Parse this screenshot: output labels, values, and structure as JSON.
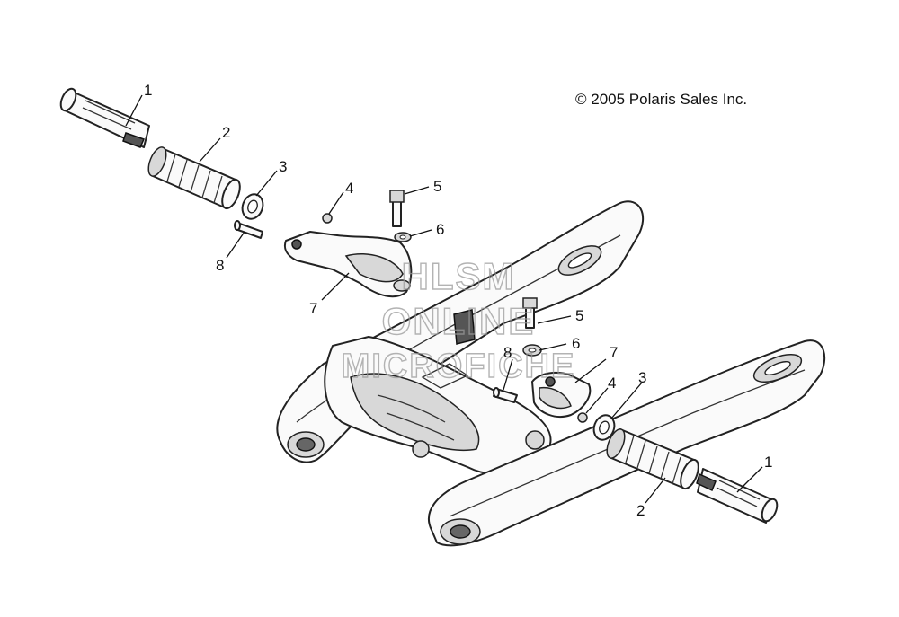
{
  "copyright": "© 2005 Polaris Sales Inc.",
  "watermark": {
    "line1": "HLSM",
    "line2": "ONLINE",
    "line3": "MICROFICHE"
  },
  "callouts": [
    {
      "id": "c1a",
      "label": "1"
    },
    {
      "id": "c2a",
      "label": "2"
    },
    {
      "id": "c3a",
      "label": "3"
    },
    {
      "id": "c4a",
      "label": "4"
    },
    {
      "id": "c5a",
      "label": "5"
    },
    {
      "id": "c6a",
      "label": "6"
    },
    {
      "id": "c7a",
      "label": "7"
    },
    {
      "id": "c8a",
      "label": "8"
    },
    {
      "id": "c5b",
      "label": "5"
    },
    {
      "id": "c6b",
      "label": "6"
    },
    {
      "id": "c7b",
      "label": "7"
    },
    {
      "id": "c8b",
      "label": "8"
    },
    {
      "id": "c4b",
      "label": "4"
    },
    {
      "id": "c3b",
      "label": "3"
    },
    {
      "id": "c1b",
      "label": "1"
    },
    {
      "id": "c2b",
      "label": "2"
    }
  ]
}
